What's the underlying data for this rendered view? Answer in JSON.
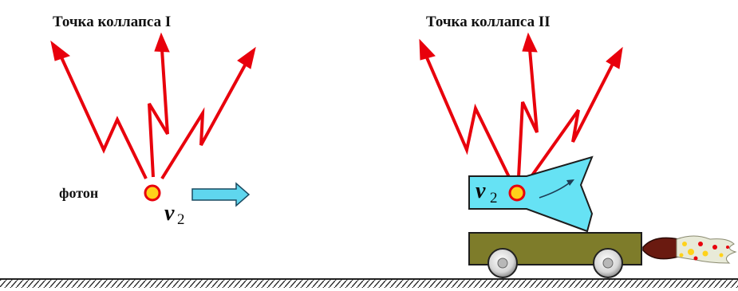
{
  "titles": {
    "collapse_1": "Точка коллапса I",
    "collapse_2": "Точка коллапса II"
  },
  "labels": {
    "photon": "фотон",
    "velocity_symbol": "v",
    "velocity_subscript": "2"
  },
  "colors": {
    "background": "#ffffff",
    "ray": "#e8000c",
    "photon_fill": "#ffd21a",
    "photon_ring": "#e8000c",
    "arrow_fill": "#5fd6ee",
    "rocket_fill": "#66e2f4",
    "cart_body": "#7e7c2a",
    "wheel": "#dcdcdc",
    "ground": "#222222",
    "exhaust": "#6a1a10",
    "flame": "#ffd21a"
  },
  "icons": {
    "photon": "photon-dot-icon",
    "motion": "right-arrow-icon",
    "rocket": "rocket-icon",
    "cart": "cart-icon",
    "flame": "flame-icon"
  }
}
